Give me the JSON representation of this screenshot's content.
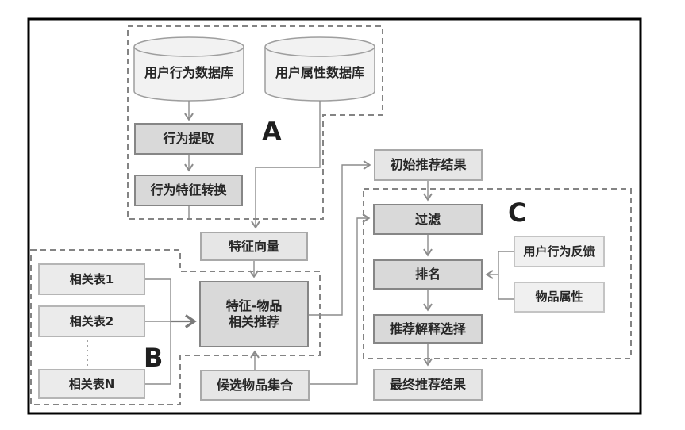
{
  "diagram": {
    "section_labels": {
      "a": "A",
      "b": "B",
      "c": "C"
    },
    "nodes": {
      "user_behavior_db": {
        "label": "用户行为数据库"
      },
      "user_attribute_db": {
        "label": "用户属性数据库"
      },
      "behavior_extraction": {
        "label": "行为提取"
      },
      "behavior_feature_conversion": {
        "label": "行为特征转换"
      },
      "feature_vector": {
        "label": "特征向量"
      },
      "related_table_1": {
        "label": "相关表1"
      },
      "related_table_2": {
        "label": "相关表2"
      },
      "related_table_n": {
        "label": "相关表N"
      },
      "feature_item_recommendation": {
        "label_line1": "特征-物品",
        "label_line2": "相关推荐"
      },
      "candidate_item_set": {
        "label": "候选物品集合"
      },
      "initial_recommendation_result": {
        "label": "初始推荐结果"
      },
      "filter": {
        "label": "过滤"
      },
      "ranking": {
        "label": "排名"
      },
      "user_behavior_feedback": {
        "label": "用户行为反馈"
      },
      "item_attribute": {
        "label": "物品属性"
      },
      "recommendation_explanation_selection": {
        "label": "推荐解释选择"
      },
      "final_recommendation_result": {
        "label": "最终推荐结果"
      }
    },
    "colors": {
      "process_box_fill": "#d9d9d9",
      "process_box_border": "#868686",
      "result_box_fill": "#e6e6e6",
      "result_box_border": "#a9a9a9",
      "related_box_fill": "#ebebeb",
      "related_box_border": "#b5b5b5",
      "input_box_fill": "#f0f0f0",
      "input_box_border": "#c4c4c4",
      "cylinder_fill": "#f2f2f2",
      "cylinder_stroke": "#9e9e9e",
      "connector": "#8c8c8c",
      "dashed_border": "#848484",
      "outer_border": "#000000",
      "text_color": "#262626",
      "section_letter_color": "#1f1f1f"
    }
  }
}
